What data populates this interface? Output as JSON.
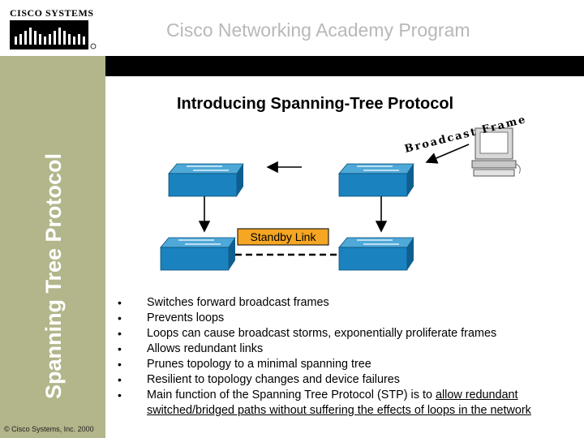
{
  "header": {
    "logo_text": "CISCO SYSTEMS",
    "title": "Cisco Networking Academy Program"
  },
  "sidebar": {
    "vertical_title": "Spanning Tree Protocol",
    "copyright": "© Cisco Systems, Inc. 2000"
  },
  "slide": {
    "title": "Introducing Spanning-Tree Protocol",
    "diagram": {
      "frame_label": "Broadcast Frame",
      "standby_label": "Standby Link"
    },
    "bullets": [
      {
        "text": "Switches forward broadcast frames"
      },
      {
        "text": "Prevents loops"
      },
      {
        "text": "Loops can cause broadcast storms, exponentially proliferate frames"
      },
      {
        "text": "Allows redundant links"
      },
      {
        "text": "Prunes topology to a minimal spanning tree"
      },
      {
        "text": "Resilient to topology changes and device failures"
      },
      {
        "prefix": "Main function of the Spanning Tree Protocol (STP) is to ",
        "underlined": "allow redundant switched/bridged paths without suffering the effects of loops in the network"
      }
    ]
  },
  "colors": {
    "sidebar": "#b3b58a",
    "switch_face": "#1a83bf",
    "switch_top": "#4ea8d8",
    "standby_box": "#f5a623"
  },
  "icons": [
    "cisco-logo-icon",
    "switch-icon",
    "computer-icon"
  ]
}
